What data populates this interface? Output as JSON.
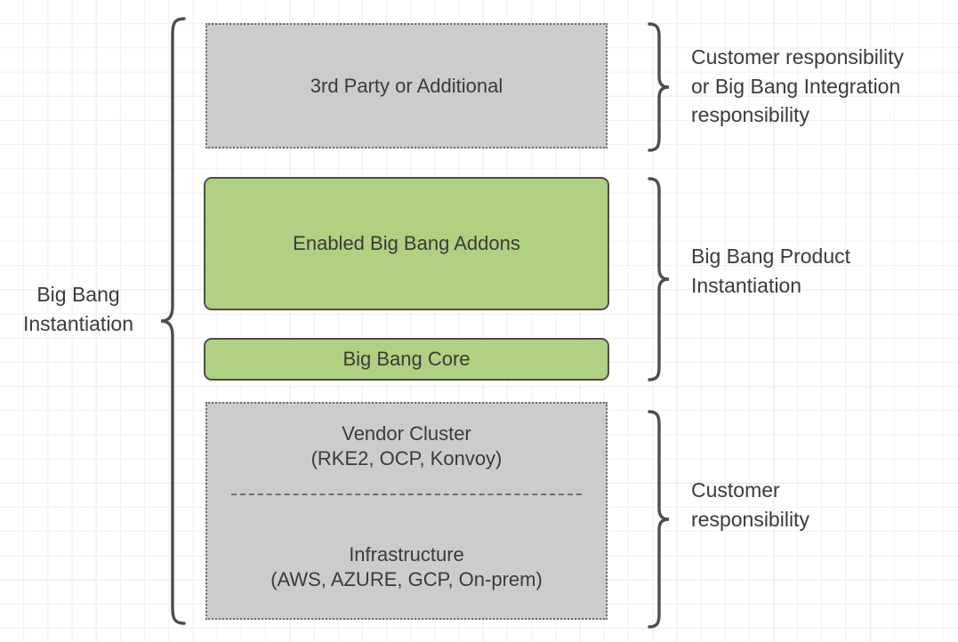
{
  "diagram": {
    "title": "Big Bang Instantiation",
    "colors": {
      "green_fill": "#b0d181",
      "gray_fill": "#cccccc",
      "stroke_dark": "#4d4d4d",
      "stroke_dotted": "#6d6d6d",
      "text": "#3b3b3b",
      "canvas": "#ffffff",
      "grid_minor": "#f0f0f0",
      "grid_major": "#e2e2e2"
    },
    "boxes": [
      {
        "id": "third-party",
        "label": "3rd Party or Additional",
        "style": "dotted-gray"
      },
      {
        "id": "enabled-addons",
        "label": "Enabled Big Bang Addons",
        "style": "solid-green"
      },
      {
        "id": "big-bang-core",
        "label": "Big Bang Core",
        "style": "solid-green"
      },
      {
        "id": "foundation",
        "label_top_line1": "Vendor Cluster",
        "label_top_line2": "(RKE2, OCP, Konvoy)",
        "label_bottom_line1": "Infrastructure",
        "label_bottom_line2": "(AWS, AZURE, GCP, On-prem)",
        "style": "dotted-gray"
      }
    ],
    "left_brace_label": "Big Bang\nInstantiation",
    "right_labels": [
      {
        "id": "customer-or-integration",
        "text": "Customer responsibility\nor Big Bang Integration\nresponsibility"
      },
      {
        "id": "product-instantiation",
        "text": "Big Bang Product\nInstantiation"
      },
      {
        "id": "customer-responsibility",
        "text": "Customer\nresponsibility"
      }
    ]
  }
}
